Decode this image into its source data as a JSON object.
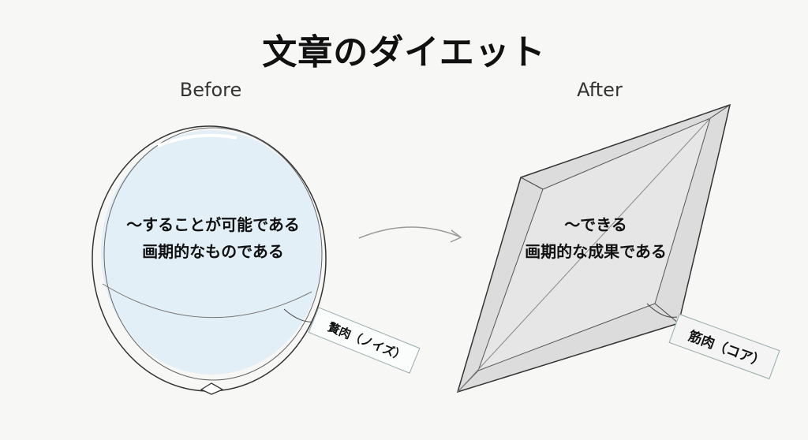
{
  "title": "文章のダイエット",
  "before": {
    "label": "Before",
    "lines": [
      "～することが可能である",
      "画期的なものである"
    ],
    "tag": "贅肉（ノイズ）"
  },
  "after": {
    "label": "After",
    "lines": [
      "～できる",
      "画期的な成果である"
    ],
    "tag": "筋肉（コア）"
  },
  "colors": {
    "balloon_fill": "#e3eff6",
    "diamond_fill": "#dcdcdc"
  }
}
